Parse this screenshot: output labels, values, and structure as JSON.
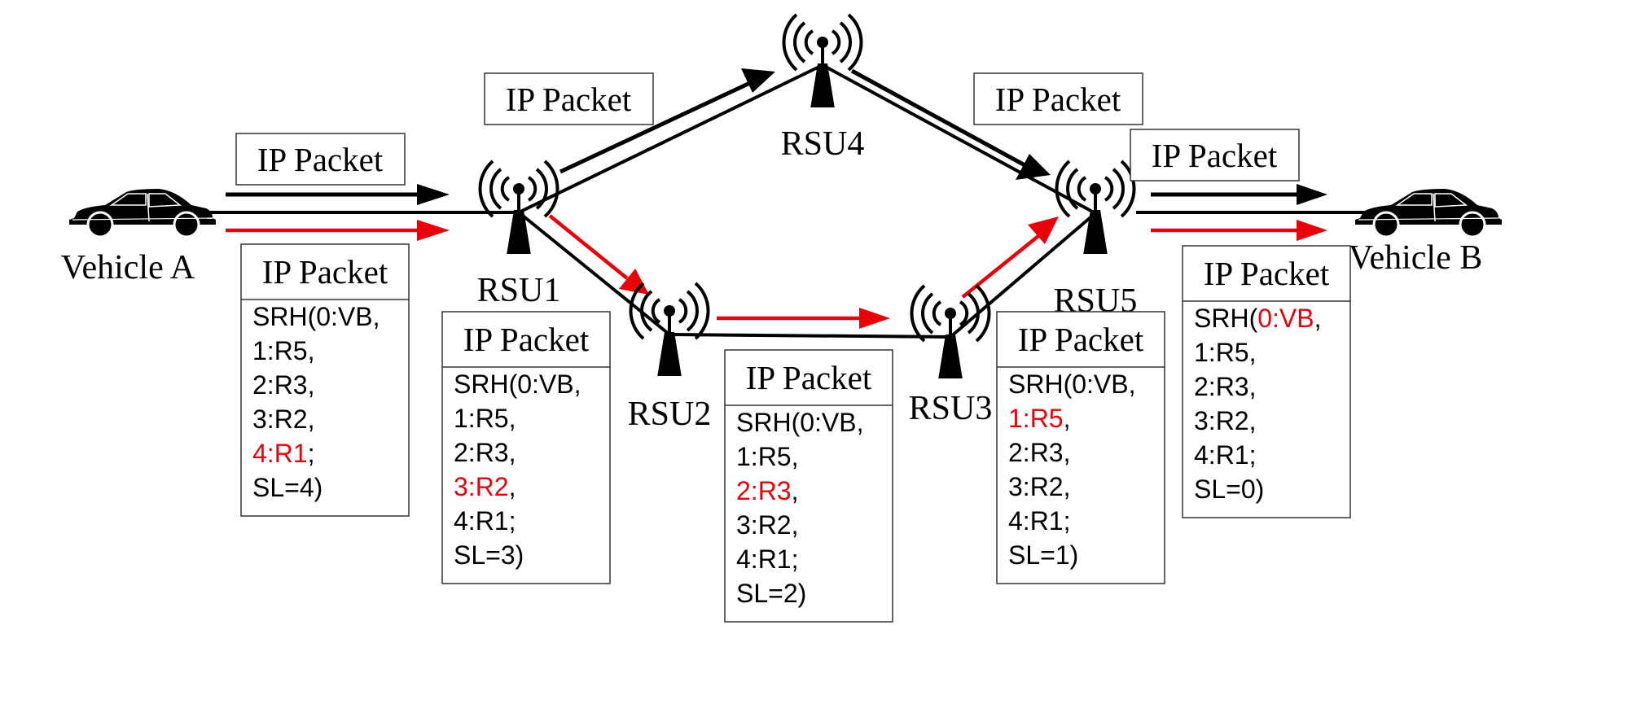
{
  "colors": {
    "highlight": "#e8000b",
    "ink": "#000000",
    "background": "#ffffff"
  },
  "nodes": {
    "vehicle_a": {
      "label": "Vehicle A",
      "icon": "car-icon"
    },
    "vehicle_b": {
      "label": "Vehicle B",
      "icon": "car-icon"
    },
    "rsu1": {
      "label": "RSU1",
      "icon": "antenna-tower-icon"
    },
    "rsu2": {
      "label": "RSU2",
      "icon": "antenna-tower-icon"
    },
    "rsu3": {
      "label": "RSU3",
      "icon": "antenna-tower-icon"
    },
    "rsu4": {
      "label": "RSU4",
      "icon": "antenna-tower-icon"
    },
    "rsu5": {
      "label": "RSU5",
      "icon": "antenna-tower-icon"
    }
  },
  "plain_packets": {
    "va_rsu1": "IP Packet",
    "rsu1_rsu4": "IP Packet",
    "rsu4_rsu5": "IP Packet",
    "rsu5_vb": "IP Packet"
  },
  "srh_packets": [
    {
      "id": "at_vehicle_a",
      "title": "IP Packet",
      "lines": [
        {
          "text": "SRH(0:VB,",
          "prefix": "",
          "highlight": "",
          "suffix": "SRH(0:VB,"
        },
        {
          "prefix": "",
          "highlight": "",
          "suffix": "1:R5,"
        },
        {
          "prefix": "",
          "highlight": "",
          "suffix": "2:R3,"
        },
        {
          "prefix": "",
          "highlight": "",
          "suffix": "3:R2,"
        },
        {
          "prefix": "",
          "highlight": "4:R1",
          "suffix": ";"
        },
        {
          "prefix": "",
          "highlight": "",
          "suffix": "SL=4)"
        }
      ]
    },
    {
      "id": "at_rsu1",
      "title": "IP Packet",
      "lines": [
        {
          "prefix": "",
          "highlight": "",
          "suffix": "SRH(0:VB,"
        },
        {
          "prefix": "",
          "highlight": "",
          "suffix": "1:R5,"
        },
        {
          "prefix": "",
          "highlight": "",
          "suffix": "2:R3,"
        },
        {
          "prefix": "",
          "highlight": "3:R2",
          "suffix": ","
        },
        {
          "prefix": "",
          "highlight": "",
          "suffix": "4:R1;"
        },
        {
          "prefix": "",
          "highlight": "",
          "suffix": "SL=3)"
        }
      ]
    },
    {
      "id": "at_rsu2",
      "title": "IP Packet",
      "lines": [
        {
          "prefix": "",
          "highlight": "",
          "suffix": "SRH(0:VB,"
        },
        {
          "prefix": "",
          "highlight": "",
          "suffix": "1:R5,"
        },
        {
          "prefix": "",
          "highlight": "2:R3",
          "suffix": ","
        },
        {
          "prefix": "",
          "highlight": "",
          "suffix": "3:R2,"
        },
        {
          "prefix": "",
          "highlight": "",
          "suffix": "4:R1;"
        },
        {
          "prefix": "",
          "highlight": "",
          "suffix": "SL=2)"
        }
      ]
    },
    {
      "id": "at_rsu3",
      "title": "IP Packet",
      "lines": [
        {
          "prefix": "",
          "highlight": "",
          "suffix": "SRH(0:VB,"
        },
        {
          "prefix": "",
          "highlight": "1:R5",
          "suffix": ","
        },
        {
          "prefix": "",
          "highlight": "",
          "suffix": "2:R3,"
        },
        {
          "prefix": "",
          "highlight": "",
          "suffix": "3:R2,"
        },
        {
          "prefix": "",
          "highlight": "",
          "suffix": "4:R1;"
        },
        {
          "prefix": "",
          "highlight": "",
          "suffix": "SL=1)"
        }
      ]
    },
    {
      "id": "at_rsu5",
      "title": "IP Packet",
      "lines": [
        {
          "prefix": "SRH(",
          "highlight": "0:VB",
          "suffix": ","
        },
        {
          "prefix": "",
          "highlight": "",
          "suffix": "1:R5,"
        },
        {
          "prefix": "",
          "highlight": "",
          "suffix": "2:R3,"
        },
        {
          "prefix": "",
          "highlight": "",
          "suffix": "3:R2,"
        },
        {
          "prefix": "",
          "highlight": "",
          "suffix": "4:R1;"
        },
        {
          "prefix": "",
          "highlight": "",
          "suffix": "SL=0)"
        }
      ]
    }
  ],
  "paths": {
    "plain_route": [
      "Vehicle A",
      "RSU1",
      "RSU4",
      "RSU5",
      "Vehicle B"
    ],
    "segment_routed_route": [
      "Vehicle A",
      "RSU1",
      "RSU2",
      "RSU3",
      "RSU5",
      "Vehicle B"
    ]
  }
}
